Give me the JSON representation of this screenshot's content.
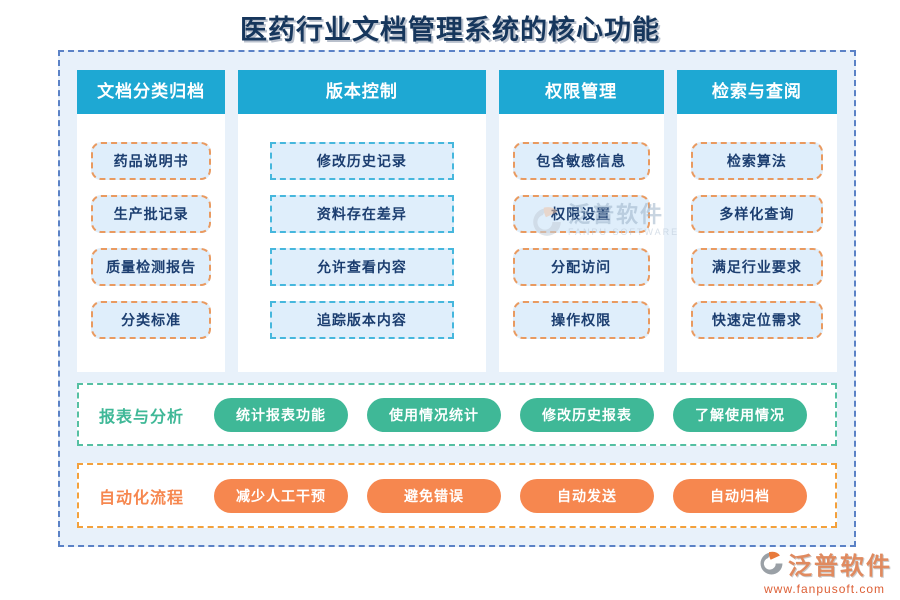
{
  "title": "医药行业文档管理系统的核心功能",
  "columns": [
    {
      "header": "文档分类归档",
      "items": [
        "药品说明书",
        "生产批记录",
        "质量检测报告",
        "分类标准"
      ]
    },
    {
      "header": "版本控制",
      "items": [
        "修改历史记录",
        "资料存在差异",
        "允许查看内容",
        "追踪版本内容"
      ]
    },
    {
      "header": "权限管理",
      "items": [
        "包含敏感信息",
        "权限设置",
        "分配访问",
        "操作权限"
      ]
    },
    {
      "header": "检索与查阅",
      "items": [
        "检索算法",
        "多样化查询",
        "满足行业要求",
        "快速定位需求"
      ]
    }
  ],
  "bands": [
    {
      "label": "报表与分析",
      "theme": "green",
      "buttons": [
        "统计报表功能",
        "使用情况统计",
        "修改历史报表",
        "了解使用情况"
      ]
    },
    {
      "label": "自动化流程",
      "theme": "orange",
      "buttons": [
        "减少人工干预",
        "避免错误",
        "自动发送",
        "自动归档"
      ]
    }
  ],
  "watermark": {
    "name": "泛普软件",
    "subtitle": "FANPU SOFTWARE"
  },
  "logo": {
    "name": "泛普软件",
    "url": "www.fanpusoft.com"
  },
  "colors": {
    "header_teal": "#1ea8d3",
    "green": "#3fb897",
    "orange": "#f6874f",
    "item_border_orange": "#e99a60",
    "item_border_cyan": "#46b7dd",
    "item_bg": "#dfeefb",
    "board_bg": "#e8f1fa",
    "board_border": "#5b82c6",
    "title_color": "#16365c"
  }
}
